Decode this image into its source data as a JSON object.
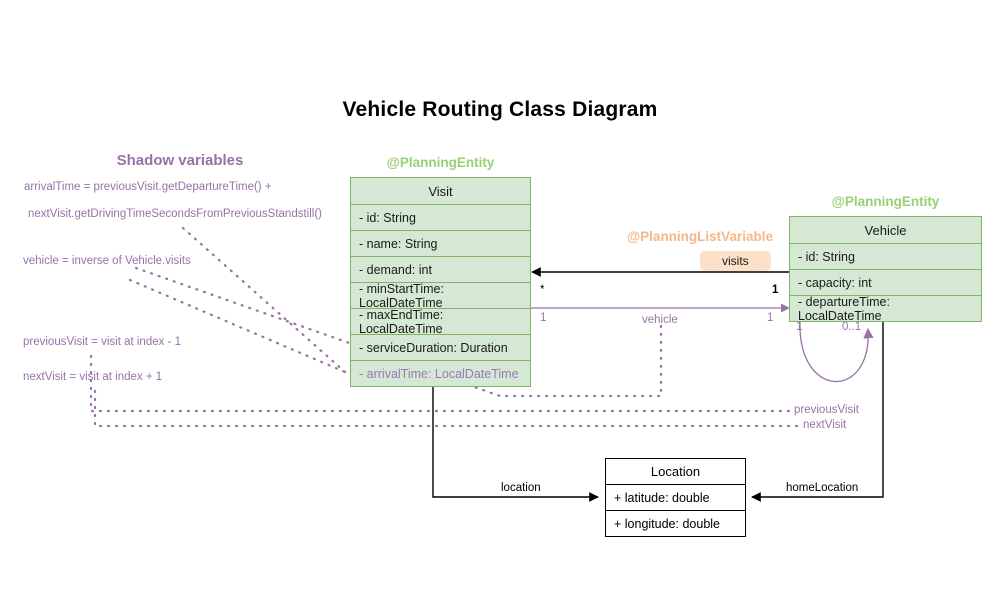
{
  "title": "Vehicle Routing Class Diagram",
  "shadow_panel": {
    "heading": "Shadow variables",
    "lines": [
      "arrivalTime = previousVisit.getDepartureTime() +",
      "nextVisit.getDrivingTimeSecondsFromPreviousStandstill()",
      "vehicle = inverse of Vehicle.visits",
      "previousVisit = visit at index - 1",
      "nextVisit = visit at index + 1"
    ]
  },
  "classes": {
    "visit": {
      "stereotype": "@PlanningEntity",
      "name": "Visit",
      "attributes": [
        "- id: String",
        "- name: String",
        "- demand: int",
        "- minStartTime: LocalDateTime",
        "- maxEndTime: LocalDateTime",
        "- serviceDuration: Duration"
      ],
      "shadow_attributes": [
        "- arrivalTime: LocalDateTime"
      ]
    },
    "vehicle": {
      "stereotype": "@PlanningEntity",
      "name": "Vehicle",
      "attributes": [
        "- id: String",
        "- capacity: int",
        "- departureTime: LocalDateTime"
      ]
    },
    "location": {
      "name": "Location",
      "attributes": [
        "+ latitude: double",
        "+ longitude: double"
      ]
    }
  },
  "relations": {
    "visits": {
      "stereotype": "@PlanningListVariable",
      "label": "visits",
      "source_multiplicity": "*",
      "target_multiplicity": "1"
    },
    "vehicle": {
      "label": "vehicle",
      "source_multiplicity": "1",
      "target_multiplicity": "1"
    },
    "self_loop": {
      "source_multiplicity": "1",
      "target_multiplicity": "0..1"
    },
    "previous_visit": {
      "label": "previousVisit"
    },
    "next_visit": {
      "label": "nextVisit"
    },
    "location": {
      "label": "location"
    },
    "home_location": {
      "label": "homeLocation"
    }
  },
  "colors": {
    "entity_fill": "#d5e8d4",
    "entity_stroke": "#82b366",
    "stereotype_green": "#97d077",
    "stereotype_orange": "#f5b78a",
    "shadow_purple": "#9673a6",
    "chip_fill": "#fce0c8",
    "black": "#000000"
  }
}
